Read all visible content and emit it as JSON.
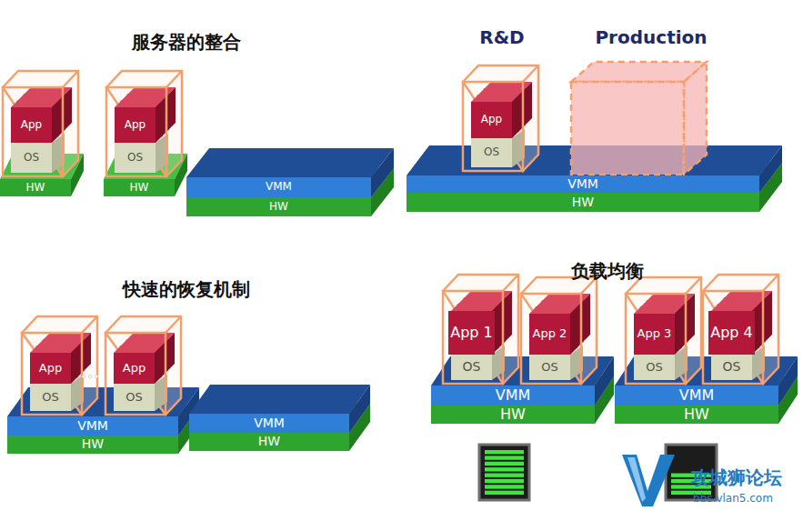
{
  "diagram": {
    "nodes": [
      {
        "text": [
          "App"
        ]
      },
      {
        "text": [
          "OS"
        ]
      },
      {
        "text": [
          "HW"
        ]
      },
      {
        "text": [
          "App"
        ]
      },
      {
        "text": [
          "OS"
        ]
      },
      {
        "text": [
          "HW"
        ]
      },
      {
        "text": [
          "VMM"
        ]
      },
      {
        "text": [
          "HW"
        ]
      },
      {
        "text": [
          "App"
        ]
      },
      {
        "text": [
          "OS"
        ]
      },
      {
        "text": [
          "VMM"
        ]
      },
      {
        "text": [
          "HW"
        ]
      },
      {
        "text": [
          "App"
        ]
      },
      {
        "text": [
          "OS"
        ]
      },
      {
        "text": [
          "App"
        ]
      },
      {
        "text": [
          "OS"
        ]
      },
      {
        "text": [
          "VMM"
        ]
      },
      {
        "text": [
          "HW"
        ]
      },
      {
        "text": [
          "VMM"
        ]
      },
      {
        "text": [
          "HW"
        ]
      },
      {
        "text": [
          "App 1"
        ]
      },
      {
        "text": [
          "OS"
        ]
      },
      {
        "text": [
          "App 2"
        ]
      },
      {
        "text": [
          "OS"
        ]
      },
      {
        "text": [
          "VMM"
        ]
      },
      {
        "text": [
          "HW"
        ]
      },
      {
        "text": [
          "App 3"
        ]
      },
      {
        "text": [
          "OS"
        ]
      },
      {
        "text": [
          "App 4"
        ]
      },
      {
        "text": [
          "OS"
        ]
      },
      {
        "text": [
          "VMM"
        ]
      },
      {
        "text": [
          "HW"
        ]
      }
    ],
    "edges": [],
    "labels": [
      "服务器的整合",
      "R&D",
      "Production",
      "快速的恢复机制",
      "负载均衡",
      "攻城狮论坛",
      "bbs.vlan5.com"
    ]
  }
}
